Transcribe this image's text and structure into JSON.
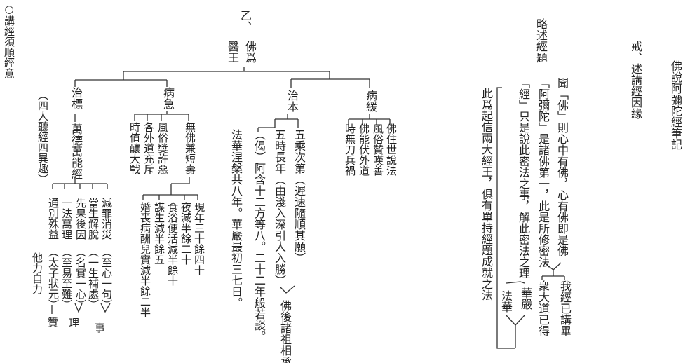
{
  "title": "佛說阿彌陀經筆記",
  "section_wu": "戒、述講經因緣",
  "brief": {
    "heading": "略述經題",
    "line1": "聞「佛」則心中有佛，心有佛即是佛",
    "line2": "「阿彌陀」是諸佛第一，此是所修密法",
    "line3": "「經」只是說此密法之事，解此密法之理",
    "line4": "此爲起信兩大經王，俱有單持經題成就之法",
    "result1": "我經已講畢",
    "result2": "衆大道已得",
    "huayan": "華嚴",
    "fahua": "法華"
  },
  "tree": {
    "heading": "乙、",
    "root_a": "佛爲",
    "root_b": "醫王",
    "zhiben": {
      "label": "治本",
      "item1": "五乘次第（遲速隨順其願）",
      "item2": "五時長年（由淺入深引人入勝）",
      "verse1": "（偈）阿含十二方等八。二十二年般若談。",
      "verse2": "法華涅槃共八年。華嚴最初三七日。",
      "after": "佛後諸祖相承"
    },
    "binghuan": {
      "label": "病緩",
      "items": [
        "佛住世說法",
        "風俗贊嘆善",
        "佛能伏外道",
        "時無刀兵禍"
      ]
    },
    "bingji": {
      "label": "病急",
      "items": [
        "無佛兼短壽",
        "風俗獎許惡",
        "各外道充斥",
        "時值釀大戰"
      ],
      "sub": [
        "現年三十餘四十",
        "夜減半餘二十",
        "食浴便活減半餘十",
        "謀生減半餘五",
        "婚喪病酬兒實減半餘二半"
      ]
    },
    "zhibiao": {
      "label": "治標",
      "sutra": "萬德萬能經",
      "items": [
        "減罪消災",
        "當生解脫",
        "先果後因",
        "一法萬理",
        "通別殊益"
      ],
      "notes": [
        "（至心一句）",
        "（一生補處）",
        "（名實一心）",
        "（至易至難）",
        "（太子狀元）"
      ],
      "group_shi": "事",
      "group_li": "理",
      "group_zan": "贊",
      "side": "他力自力"
    },
    "four_listeners": "（四人聽經四異趣）"
  },
  "margin_note": "○講經須順經意"
}
